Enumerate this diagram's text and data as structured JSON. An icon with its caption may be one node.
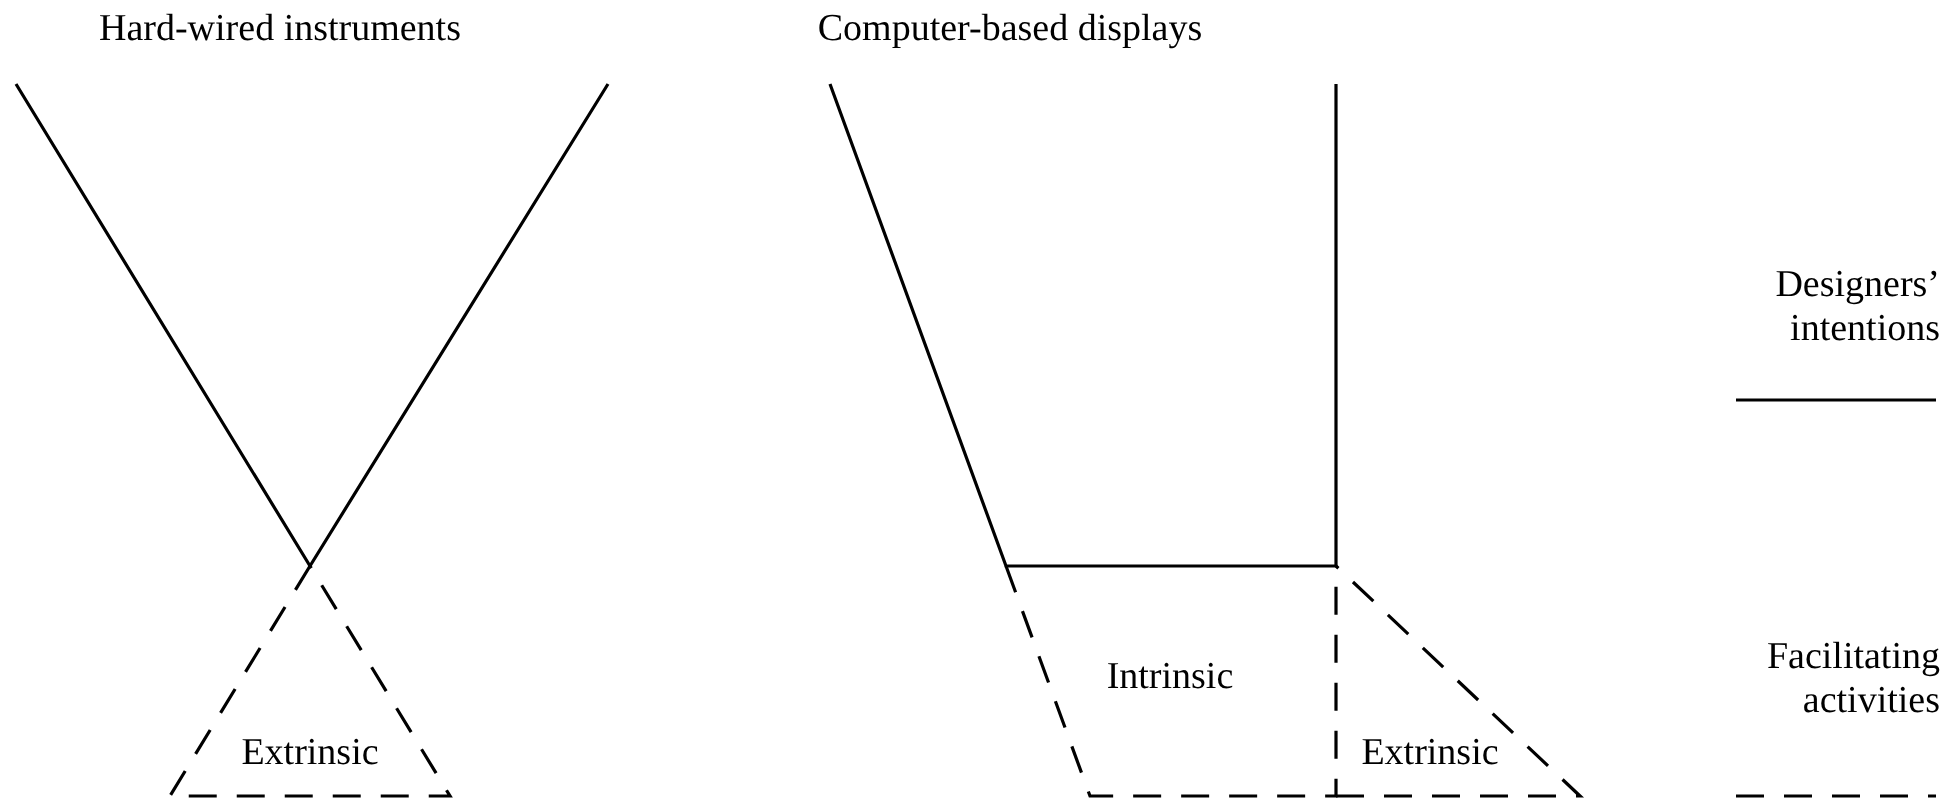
{
  "diagram": {
    "nodes": [
      {
        "text": [
          "Extrinsic"
        ]
      },
      {
        "text": [
          "Intrinsic"
        ]
      },
      {
        "text": [
          "Extrinsic"
        ]
      }
    ],
    "labels": [
      "Hard-wired instruments",
      "Computer-based displays"
    ],
    "legend": [
      {
        "text": "Designers’ intentions"
      },
      {
        "text": "Facilitating activities"
      }
    ]
  }
}
